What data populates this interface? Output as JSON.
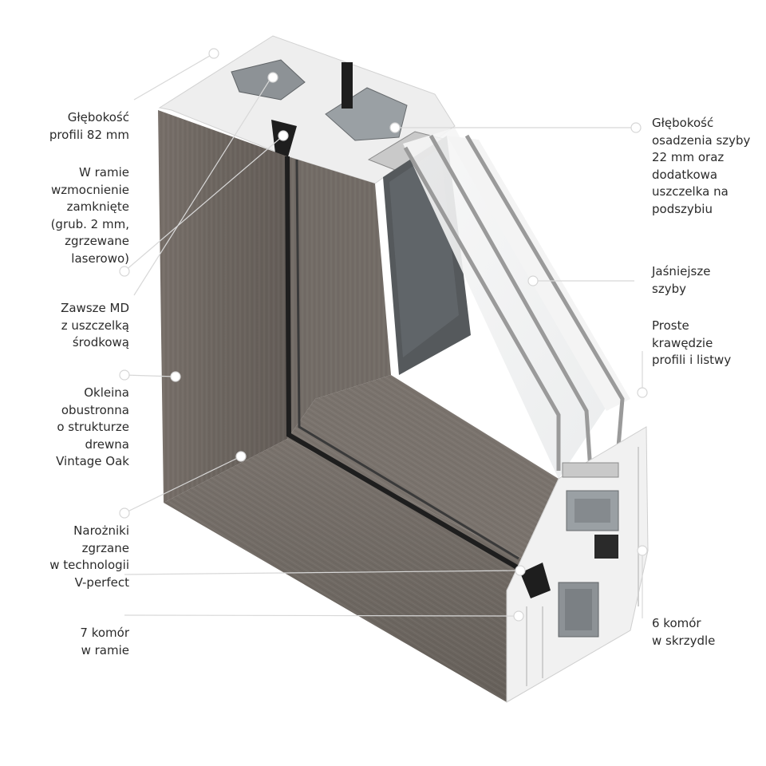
{
  "callouts": [
    {
      "id": "profile-depth",
      "side": "left",
      "lines": [
        "Głębokość",
        "profili 82 mm"
      ]
    },
    {
      "id": "frame-reinforcement",
      "side": "left",
      "lines": [
        "W ramie",
        "wzmocnienie",
        "zamknięte",
        "(grub. 2 mm,",
        "zgrzewane",
        "laserowo)"
      ]
    },
    {
      "id": "md-gasket",
      "side": "left",
      "lines": [
        "Zawsze MD",
        "z uszczelką",
        "środkową"
      ]
    },
    {
      "id": "veneer",
      "side": "left",
      "lines": [
        "Okleina",
        "obustronna",
        "o strukturze",
        "drewna",
        "Vintage Oak"
      ]
    },
    {
      "id": "corners",
      "side": "left",
      "lines": [
        "Narożniki",
        "zgrzane",
        "w technologii",
        "V-perfect"
      ]
    },
    {
      "id": "frame-chambers",
      "side": "left",
      "lines": [
        "7 komór",
        "w ramie"
      ]
    },
    {
      "id": "glass-depth",
      "side": "right",
      "lines": [
        "Głębokość",
        "osadzenia szyby",
        "22 mm oraz",
        "dodatkowa",
        "uszczelka na",
        "podszybiu"
      ]
    },
    {
      "id": "lighter-glass",
      "side": "right",
      "lines": [
        "Jaśniejsze",
        "szyby"
      ]
    },
    {
      "id": "straight-edges",
      "side": "right",
      "lines": [
        "Proste",
        "krawędzie",
        "profili i listwy"
      ]
    },
    {
      "id": "sash-chambers",
      "side": "right",
      "lines": [
        "6 komór",
        "w skrzydle"
      ]
    }
  ],
  "colors": {
    "wood": "#6f6862",
    "wood_dark": "#5b544f",
    "wood_light": "#7d7670",
    "pvc": "#f1f1f1",
    "steel": "#8d9296",
    "gasket": "#1e1e1e",
    "glass_edge": "#9a9a9a",
    "label": "#2b2b2b"
  }
}
